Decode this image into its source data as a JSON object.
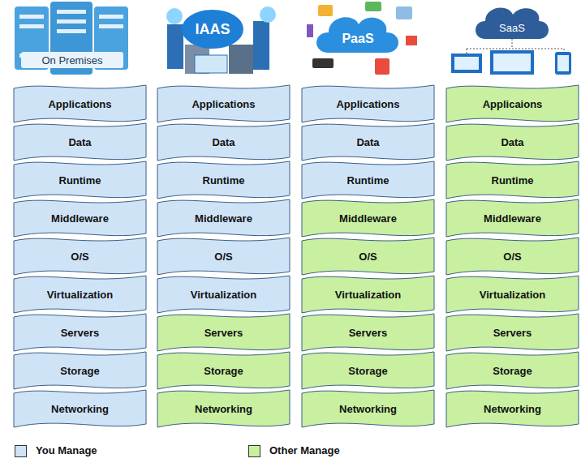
{
  "diagram": {
    "nodes": [
      {
        "text": [
          "Applications"
        ]
      },
      {
        "text": [
          "Data"
        ]
      },
      {
        "text": [
          "Runtime"
        ]
      },
      {
        "text": [
          "Middleware"
        ]
      },
      {
        "text": [
          "O/S"
        ]
      },
      {
        "text": [
          "Virtualization"
        ]
      },
      {
        "text": [
          "Servers"
        ]
      },
      {
        "text": [
          "Storage"
        ]
      },
      {
        "text": [
          "Networking"
        ]
      },
      {
        "text": [
          "Applications"
        ]
      },
      {
        "text": [
          "Data"
        ]
      },
      {
        "text": [
          "Runtime"
        ]
      },
      {
        "text": [
          "Middleware"
        ]
      },
      {
        "text": [
          "O/S"
        ]
      },
      {
        "text": [
          "Virtualization"
        ]
      },
      {
        "text": [
          "Servers"
        ]
      },
      {
        "text": [
          "Storage"
        ]
      },
      {
        "text": [
          "Networking"
        ]
      },
      {
        "text": [
          "Applications"
        ]
      },
      {
        "text": [
          "Data"
        ]
      },
      {
        "text": [
          "Runtime"
        ]
      },
      {
        "text": [
          "Middleware"
        ]
      },
      {
        "text": [
          "O/S"
        ]
      },
      {
        "text": [
          "Virtualization"
        ]
      },
      {
        "text": [
          "Servers"
        ]
      },
      {
        "text": [
          "Storage"
        ]
      },
      {
        "text": [
          "Networking"
        ]
      },
      {
        "text": [
          "Applicaions"
        ]
      },
      {
        "text": [
          "Data"
        ]
      },
      {
        "text": [
          "Runtime"
        ]
      },
      {
        "text": [
          "Middleware"
        ]
      },
      {
        "text": [
          "O/S"
        ]
      },
      {
        "text": [
          "Virtualization"
        ]
      },
      {
        "text": [
          "Servers"
        ]
      },
      {
        "text": [
          "Storage"
        ]
      },
      {
        "text": [
          "Networking"
        ]
      }
    ],
    "labels": [
      "On Premises",
      "IAAS",
      "PaaS",
      "SaaS"
    ],
    "legend": [
      {
        "text": "You Manage",
        "color": "#cfe3f7"
      },
      {
        "text": "Other Manage",
        "color": "#c8f0a0"
      }
    ]
  }
}
